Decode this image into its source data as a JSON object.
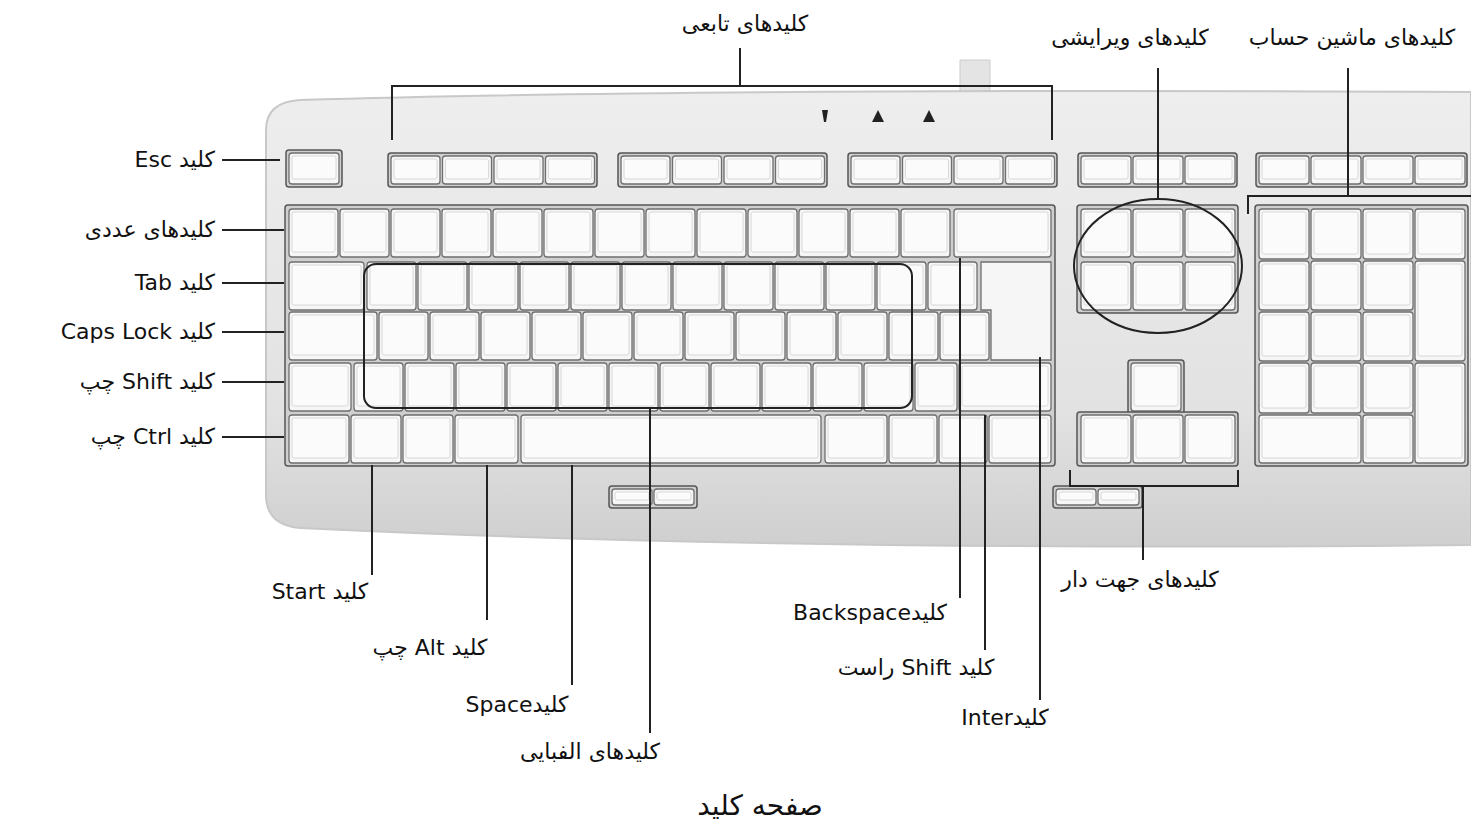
{
  "diagram": {
    "caption": "صفحه کلید",
    "labels": [
      "کلیدهای تابعی",
      "کلیدهای ویرایشی",
      "کلیدهای ماشین حساب",
      "کلید Esc",
      "کلیدهای عددی",
      "کلید Tab",
      "کلید Caps Lock",
      "کلید Shift چپ",
      "کلید Ctrl چپ",
      "کلید Start",
      "کلید Alt چپ",
      "کلیدSpace",
      "کلیدهای الفبایی",
      "کلیدBackspace",
      "کلید Shift راست",
      "کلیدInter",
      "کلیدهای جهت دار"
    ]
  }
}
